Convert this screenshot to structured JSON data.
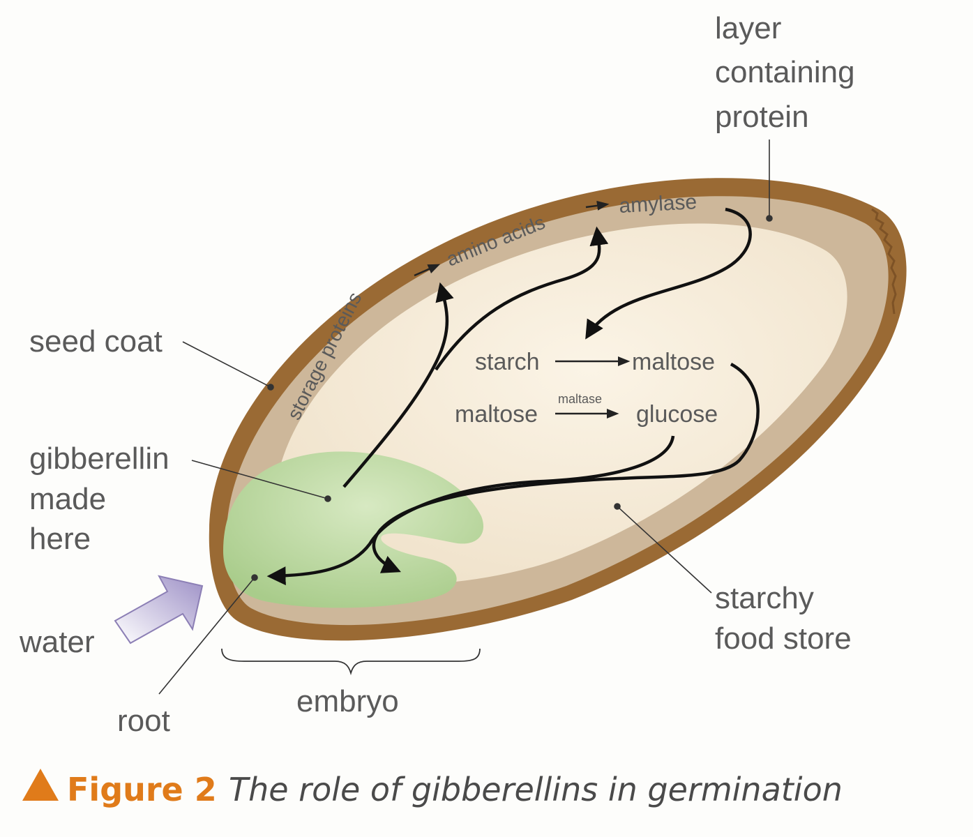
{
  "labels": {
    "layer_1": "layer",
    "layer_2": "containing",
    "layer_3": "protein",
    "seed_coat": "seed coat",
    "gib_1": "gibberellin",
    "gib_2": "made",
    "gib_3": "here",
    "water": "water",
    "root": "root",
    "embryo": "embryo",
    "starchy_1": "starchy",
    "starchy_2": "food store",
    "storage_proteins": "storage proteins",
    "amino_acids": "amino acids",
    "amylase": "amylase",
    "starch": "starch",
    "maltose_1": "maltose",
    "maltose_2": "maltose",
    "maltase": "maltase",
    "glucose": "glucose"
  },
  "caption": {
    "figure": "Figure 2",
    "text": "The role of gibberellins in germination"
  },
  "colors": {
    "seed_coat": "#9a6a34",
    "protein_layer": "#cdb79a",
    "food_store": "#f2e7d4",
    "embryo": "#b9d79c",
    "water_arrow": "#a89bc8",
    "accent": "#e07b1a"
  }
}
